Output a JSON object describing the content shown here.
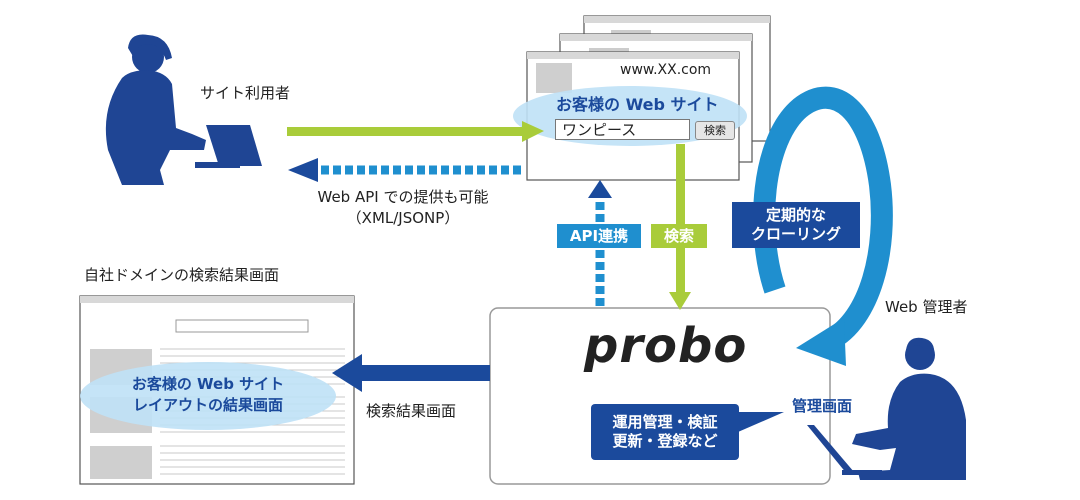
{
  "labels": {
    "site_user": "サイト利用者",
    "web_admin": "Web 管理者",
    "web_api_line1": "Web API での提供も可能",
    "web_api_line2": "（XML/JSONP）",
    "own_domain_results": "自社ドメインの検索結果画面",
    "results_screen": "検索結果画面",
    "admin_screen": "管理画面"
  },
  "website": {
    "url": "www.XX.com",
    "title": "お客様の Web サイト",
    "search_value": "ワンピース",
    "search_button": "検索"
  },
  "results_page": {
    "line1": "お客様の Web サイト",
    "line2": "レイアウトの結果画面"
  },
  "tags": {
    "api": "API連携",
    "search": "検索",
    "crawl_line1": "定期的な",
    "crawl_line2": "クローリング",
    "ops_line1": "運用管理・検証",
    "ops_line2": "更新・登録など"
  },
  "probo": {
    "logo": "probo"
  },
  "colors": {
    "navy": "#1b4a9c",
    "silhouette": "#1f4594",
    "green": "#a9cc3a",
    "light_blue": "#1f8fcf",
    "ellipse": "#bfe1f6",
    "grey": "#cccccc"
  }
}
